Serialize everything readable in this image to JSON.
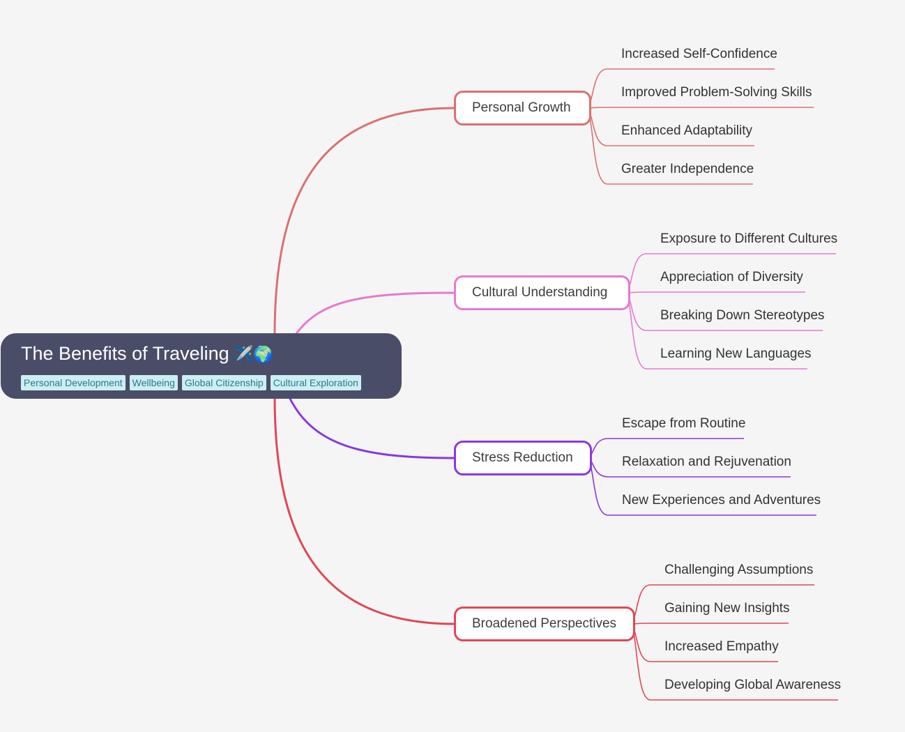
{
  "title": "The Benefits of Traveling",
  "title_icons": "✈️🌍",
  "tags": [
    "Personal Development",
    "Wellbeing",
    "Global Citizenship",
    "Cultural Exploration"
  ],
  "branches": [
    {
      "label": "Personal Growth",
      "color": "#db7070",
      "children": [
        "Increased Self-Confidence",
        "Improved Problem-Solving Skills",
        "Enhanced Adaptability",
        "Greater Independence"
      ]
    },
    {
      "label": "Cultural Understanding",
      "color": "#e67ad0",
      "children": [
        "Exposure to Different Cultures",
        "Appreciation of Diversity",
        "Breaking Down Stereotypes",
        "Learning New Languages"
      ]
    },
    {
      "label": "Stress Reduction",
      "color": "#8a38e0",
      "children": [
        "Escape from Routine",
        "Relaxation and Rejuvenation",
        "New Experiences and Adventures"
      ]
    },
    {
      "label": "Broadened Perspectives",
      "color": "#df4755",
      "children": [
        "Challenging Assumptions",
        "Gaining New Insights",
        "Increased Empathy",
        "Developing Global Awareness"
      ]
    }
  ]
}
